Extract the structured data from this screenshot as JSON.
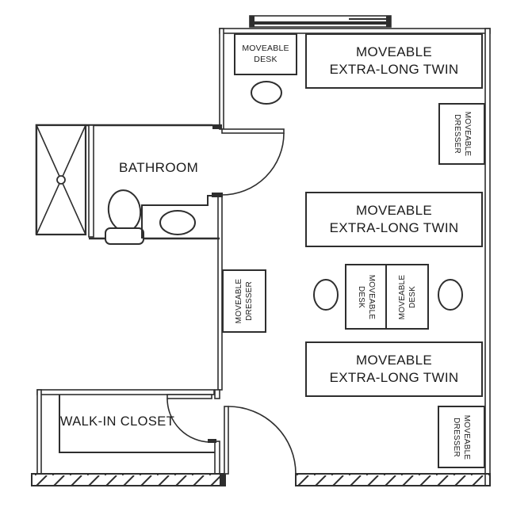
{
  "colors": {
    "line": "#2e2e2e",
    "text": "#1c1c1c",
    "background": "#ffffff"
  },
  "rooms": {
    "bathroom": {
      "label": "BATHROOM"
    },
    "closet": {
      "label": "WALK-IN CLOSET"
    }
  },
  "furniture": {
    "beds": [
      {
        "line1": "MOVEABLE",
        "line2": "EXTRA-LONG TWIN"
      },
      {
        "line1": "MOVEABLE",
        "line2": "EXTRA-LONG TWIN"
      },
      {
        "line1": "MOVEABLE",
        "line2": "EXTRA-LONG TWIN"
      }
    ],
    "desks": [
      {
        "line1": "MOVEABLE",
        "line2": "DESK"
      },
      {
        "line1": "MOVEABLE",
        "line2": "DESK"
      },
      {
        "line1": "MOVEABLE",
        "line2": "DESK"
      }
    ],
    "dressers": [
      {
        "line1": "MOVEABLE",
        "line2": "DRESSER"
      },
      {
        "line1": "MOVEABLE",
        "line2": "DRESSER"
      },
      {
        "line1": "MOVEABLE",
        "line2": "DRESSER"
      }
    ]
  },
  "fixtures": {
    "icons": [
      "shower-icon",
      "shower-drain-icon",
      "toilet-icon",
      "sink-icon",
      "window-icon",
      "door-swing-icon",
      "chair-icon",
      "wall-hatch-icon"
    ],
    "chair_count": 3,
    "door_count": 3
  }
}
